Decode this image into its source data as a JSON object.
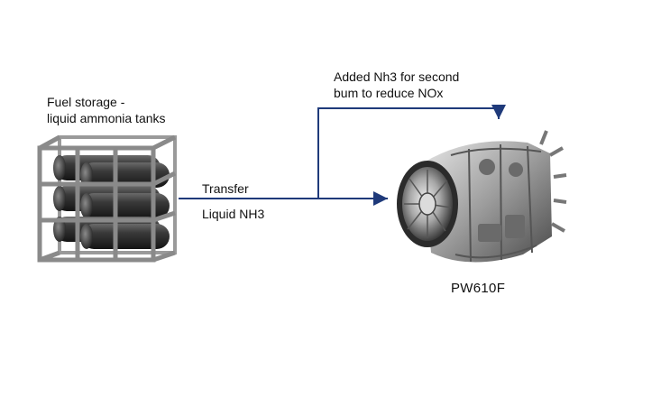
{
  "labels": {
    "storage_line1": "Fuel storage -",
    "storage_line2": "liquid ammonia tanks",
    "added_line1": "Added Nh3 for second",
    "added_line2": "bum to reduce NOx",
    "transfer": "Transfer",
    "liquid": "Liquid NH3",
    "engine": "PW610F"
  },
  "colors": {
    "arrow": "#1f3a7a",
    "frame": "#8a8a8a",
    "tank": "#2a2a2a",
    "engine_metal": "#9a9a9a"
  },
  "icons": {
    "storage": "ammonia-tank-rack-icon",
    "engine": "turbofan-engine-icon"
  }
}
